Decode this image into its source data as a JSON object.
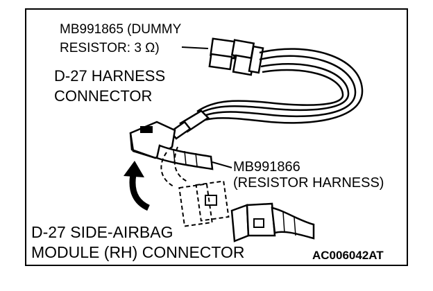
{
  "labels": {
    "dummy_resistor_line1": "MB991865 (DUMMY",
    "dummy_resistor_line2": "RESISTOR: 3 Ω)",
    "harness_connector_line1": "D-27 HARNESS",
    "harness_connector_line2": "CONNECTOR",
    "resistor_harness_line1": "MB991866",
    "resistor_harness_line2": "(RESISTOR HARNESS)",
    "side_airbag_line1": "D-27 SIDE-AIRBAG",
    "side_airbag_line2": "MODULE (RH) CONNECTOR",
    "figure_code": "AC006042AT"
  },
  "colors": {
    "ink": "#000000",
    "paper": "#ffffff"
  }
}
